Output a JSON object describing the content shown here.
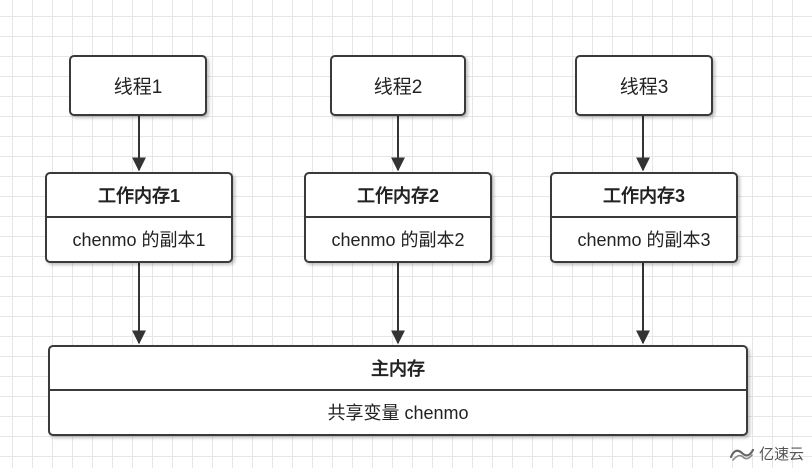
{
  "threads": [
    "线程1",
    "线程2",
    "线程3"
  ],
  "working_memory": [
    {
      "title": "工作内存1",
      "content": "chenmo 的副本1"
    },
    {
      "title": "工作内存2",
      "content": "chenmo 的副本2"
    },
    {
      "title": "工作内存3",
      "content": "chenmo 的副本3"
    }
  ],
  "main_memory": {
    "title": "主内存",
    "content": "共享变量 chenmo"
  },
  "watermark": {
    "text": "亿速云",
    "icon": "yisu-cloud-logo-icon"
  }
}
